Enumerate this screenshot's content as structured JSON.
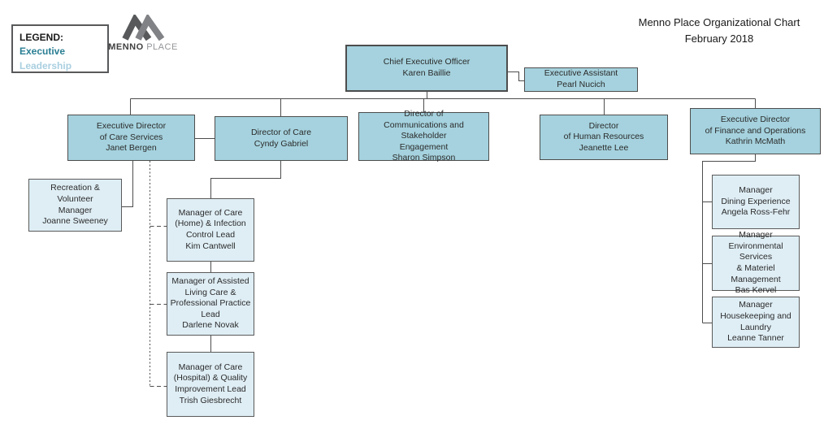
{
  "header": {
    "title_line1": "Menno Place Organizational Chart",
    "title_line2": "February 2018"
  },
  "legend": {
    "heading": "LEGEND:",
    "executive_label": "Executive",
    "leadership_label": "Leadership"
  },
  "logo": {
    "brand_primary": "MENNO",
    "brand_secondary": "PLACE"
  },
  "colors": {
    "executive_fill": "#a5d2de",
    "leadership_fill": "#dfeef5",
    "executive_text": "#2a7e93",
    "leadership_text": "#a9cfe0",
    "connector_line": "#4d4d4d"
  },
  "org": {
    "ceo": {
      "title_lines": [
        "Chief Executive Officer"
      ],
      "name": "Karen Baillie"
    },
    "executive_assistant": {
      "title_lines": [
        "Executive Assistant"
      ],
      "name": "Pearl Nucich"
    },
    "care_services": {
      "title_lines": [
        "Executive Director",
        "of Care Services"
      ],
      "name": "Janet Bergen"
    },
    "director_of_care": {
      "title_lines": [
        "Director of Care"
      ],
      "name": "Cyndy Gabriel"
    },
    "communications": {
      "title_lines": [
        "Director of",
        "Communications and Stakeholder",
        "Engagement"
      ],
      "name": "Sharon Simpson"
    },
    "human_resources": {
      "title_lines": [
        "Director",
        "of Human Resources"
      ],
      "name": "Jeanette Lee"
    },
    "finance_operations": {
      "title_lines": [
        "Executive Director",
        "of Finance and Operations"
      ],
      "name": "Kathrin McMath"
    },
    "recreation_volunteer": {
      "title_lines": [
        "Recreation & Volunteer",
        "Manager"
      ],
      "name": "Joanne Sweeney"
    },
    "care_home": {
      "title_lines": [
        "Manager of Care",
        "(Home) & Infection",
        "Control Lead"
      ],
      "name": "Kim Cantwell"
    },
    "assisted_living": {
      "title_lines": [
        "Manager of Assisted",
        "Living Care &",
        "Professional Practice",
        "Lead"
      ],
      "name": "Darlene Novak"
    },
    "care_hospital": {
      "title_lines": [
        "Manager of Care",
        "(Hospital) & Quality",
        "Improvement Lead"
      ],
      "name": "Trish Giesbrecht"
    },
    "dining": {
      "title_lines": [
        "Manager",
        "Dining Experience"
      ],
      "name": "Angela Ross-Fehr"
    },
    "environmental": {
      "title_lines": [
        "Manager",
        "Environmental Services",
        "& Materiel",
        "Management"
      ],
      "name": "Bas Kervel"
    },
    "housekeeping": {
      "title_lines": [
        "Manager",
        "Housekeeping and",
        "Laundry"
      ],
      "name": "Leanne Tanner"
    }
  }
}
